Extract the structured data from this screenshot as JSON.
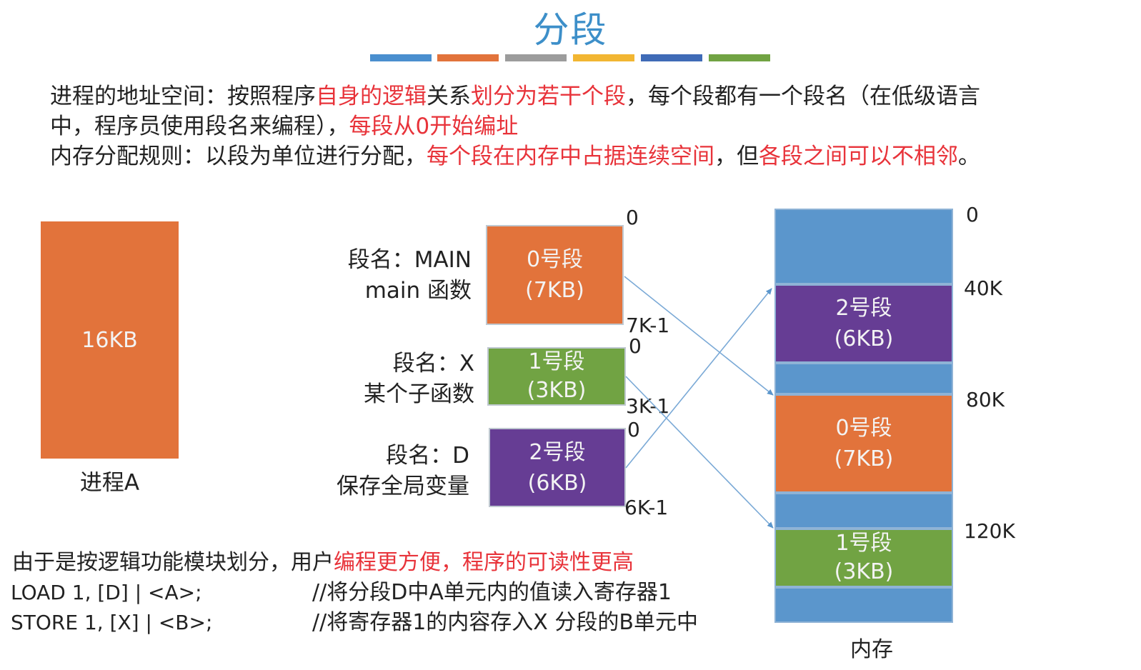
{
  "title": "分段",
  "stripe_colors": [
    "#4a8fcf",
    "#e2733b",
    "#9c9c9c",
    "#f2b632",
    "#3f6bb7",
    "#71a343"
  ],
  "intro": {
    "line1": [
      {
        "text": "进程的地址空间：按照程序",
        "highlight": false
      },
      {
        "text": "自身的逻辑",
        "highlight": true
      },
      {
        "text": "关系",
        "highlight": false
      },
      {
        "text": "划分为若干个段",
        "highlight": true
      },
      {
        "text": "，每个段都有一个段名（在低级语言",
        "highlight": false
      }
    ],
    "line2": [
      {
        "text": "中，程序员使用段名来编程），",
        "highlight": false
      },
      {
        "text": "每段从0开始编址",
        "highlight": true
      }
    ],
    "line3": [
      {
        "text": "内存分配规则：以段为单位进行分配，",
        "highlight": false
      },
      {
        "text": "每个段在内存中占据连续空间",
        "highlight": true
      },
      {
        "text": "，但",
        "highlight": false
      },
      {
        "text": "各段之间可以不相邻",
        "highlight": true
      },
      {
        "text": "。",
        "highlight": false
      }
    ]
  },
  "process": {
    "size": "16KB",
    "label": "进程A"
  },
  "segments": [
    {
      "name_line1": "段名：MAIN",
      "name_line2": "main 函数",
      "title": "0号段",
      "size": "(7KB)",
      "start": "0",
      "end": "7K-1"
    },
    {
      "name_line1": "段名：X",
      "name_line2": "某个子函数",
      "title": "1号段",
      "size": "(3KB)",
      "start": "0",
      "end": "3K-1"
    },
    {
      "name_line1": "段名：D",
      "name_line2": "保存全局变量",
      "title": "2号段",
      "size": "(6KB)",
      "start": "0",
      "end": "6K-1"
    }
  ],
  "memory": {
    "label": "内存",
    "addresses": [
      "0",
      "40K",
      "80K",
      "120K"
    ],
    "blocks": [
      {
        "title": "2号段",
        "size": "(6KB)"
      },
      {
        "title": "0号段",
        "size": "(7KB)"
      },
      {
        "title": "1号段",
        "size": "(3KB)"
      }
    ]
  },
  "bottom": {
    "line1_plain": "由于是按逻辑功能模块划分，用户",
    "line1_highlight": "编程更方便，程序的可读性更高",
    "code": [
      {
        "instr": "LOAD 1, [D] | <A>;",
        "comment": "//将分段D中A单元内的值读入寄存器1"
      },
      {
        "instr": "STORE 1, [X] | <B>;",
        "comment": "//将寄存器1的内容存入X 分段的B单元中"
      }
    ]
  }
}
